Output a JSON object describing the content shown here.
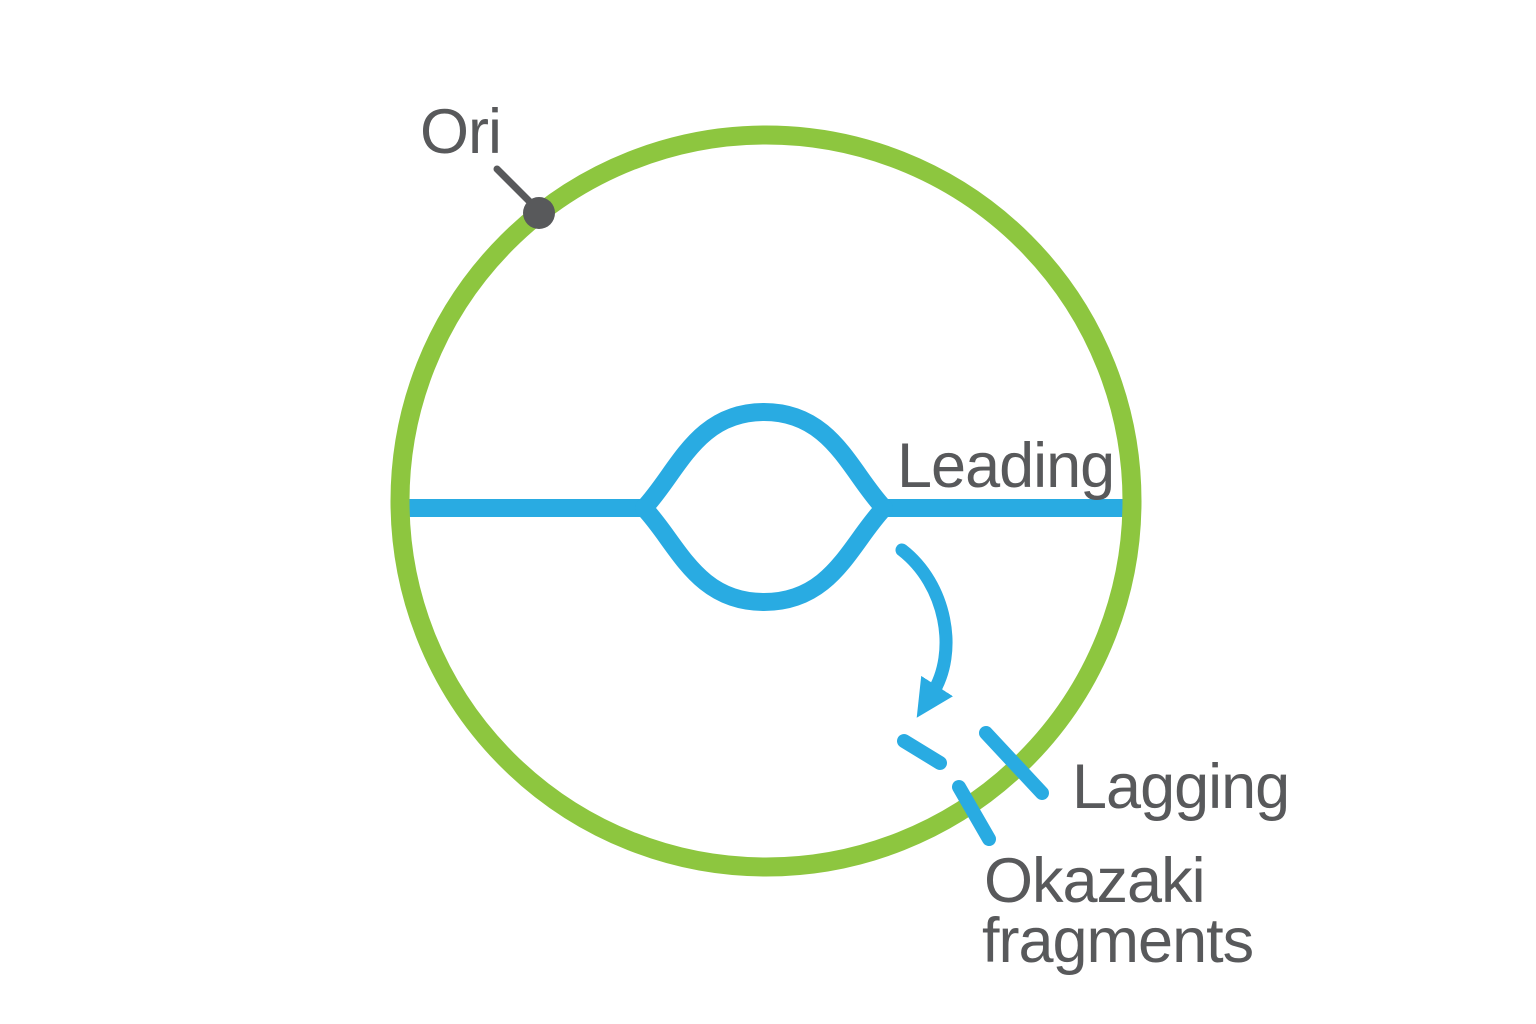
{
  "page": {
    "background": "#FFFFFF"
  },
  "labels": {
    "ori": "Ori",
    "leading": "Leading",
    "lagging": "Lagging",
    "okazaki_line1": "Okazaki",
    "okazaki_line2": "fragments"
  },
  "colors": {
    "plasmid_green": "#8DC63F",
    "strand_blue": "#29ABE2",
    "annotation_gray": "#58595B"
  },
  "icons": {
    "replication_direction_arrow": "curved-arrow-down",
    "ori_marker": "filled-dot",
    "okazaki_fragment_dashes": "short-diagonal-dashes"
  }
}
